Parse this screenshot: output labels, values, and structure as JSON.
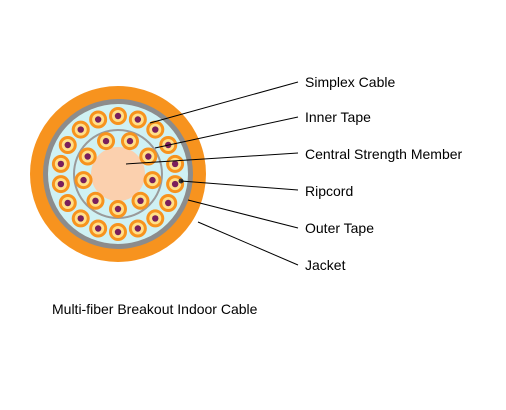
{
  "labels": {
    "simplex_cable": "Simplex Cable",
    "inner_tape": "Inner Tape",
    "central_strength_member": "Central Strength Member",
    "ripcord": "Ripcord",
    "outer_tape": "Outer Tape",
    "jacket": "Jacket"
  },
  "caption": "Multi-fiber Breakout Indoor Cable",
  "colors": {
    "jacket": "#F7931E",
    "outer_tape": "#8C8C8C",
    "filler": "#CFF1F4",
    "inner_tape": "#9A9A9A",
    "strength_member": "#FBD0AE",
    "simplex_jacket": "#F7931E",
    "simplex_buffer": "#FFE08A",
    "simplex_fiber": "#7A1F5C",
    "ripcord": "#333333"
  },
  "simplex_counts": {
    "outer_ring": 18,
    "inner_ring": 9
  }
}
